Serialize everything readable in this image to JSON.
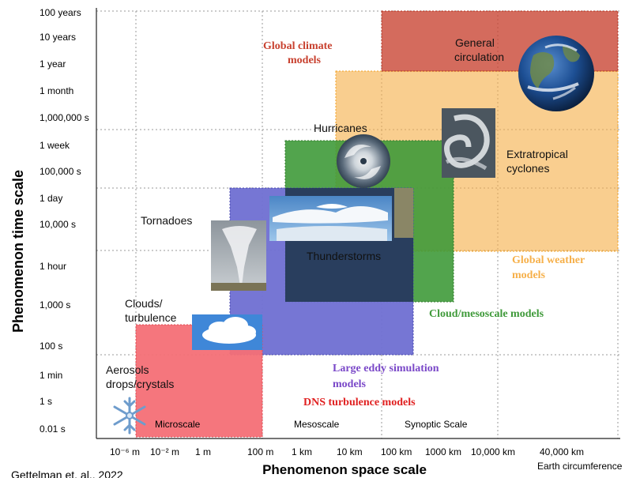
{
  "colors": {
    "global_climate": "#c8412f",
    "global_weather": "#f6b04a",
    "cloud_mesoscale": "#3f9a3a",
    "les": "#6f6fd2",
    "dns": "#f46f76",
    "thunder_overlap": "#243a55",
    "grid": "#9a9a9a"
  },
  "y_ticks": [
    "100 years",
    "10 years",
    "1 year",
    "1 month",
    "1,000,000 s",
    "1 week",
    "100,000 s",
    "1 day",
    "10,000 s",
    "1 hour",
    "1,000 s",
    "100 s",
    "1 min",
    "1 s",
    "0.01 s"
  ],
  "x_ticks": {
    "t1": "10⁻⁶ m",
    "t2": "10⁻² m",
    "t3": "1 m",
    "t4": "100 m",
    "t5": "1 km",
    "t6": "10 km",
    "t7": "100 km",
    "t8": "1000 km",
    "t9": "10,000 km",
    "t10": "40,000 km",
    "t11": "Earth circumference"
  },
  "axes": {
    "y_label": "Phenomenon time scale",
    "x_label": "Phenomenon space scale"
  },
  "scale_labels": {
    "micro": "Microscale",
    "meso": "Mesoscale",
    "synoptic": "Synoptic Scale"
  },
  "phenomena": {
    "general_1": "General",
    "general_2": "circulation",
    "hurricanes": "Hurricanes",
    "extratropical_1": "Extratropical",
    "extratropical_2": "cyclones",
    "tornadoes": "Tornadoes",
    "thunderstorms": "Thunderstorms",
    "clouds_1": "Clouds/",
    "clouds_2": "turbulence",
    "aerosols_1": "Aerosols",
    "aerosols_2": "drops/crystals"
  },
  "models": {
    "gcm_1": "Global climate",
    "gcm_2": "models",
    "gwm_1": "Global weather",
    "gwm_2": "models",
    "cloud": "Cloud/mesoscale models",
    "les_1": "Large eddy simulation",
    "les_2": "models",
    "dns": "DNS turbulence models"
  },
  "citation": "Gettelman et. al., 2022"
}
